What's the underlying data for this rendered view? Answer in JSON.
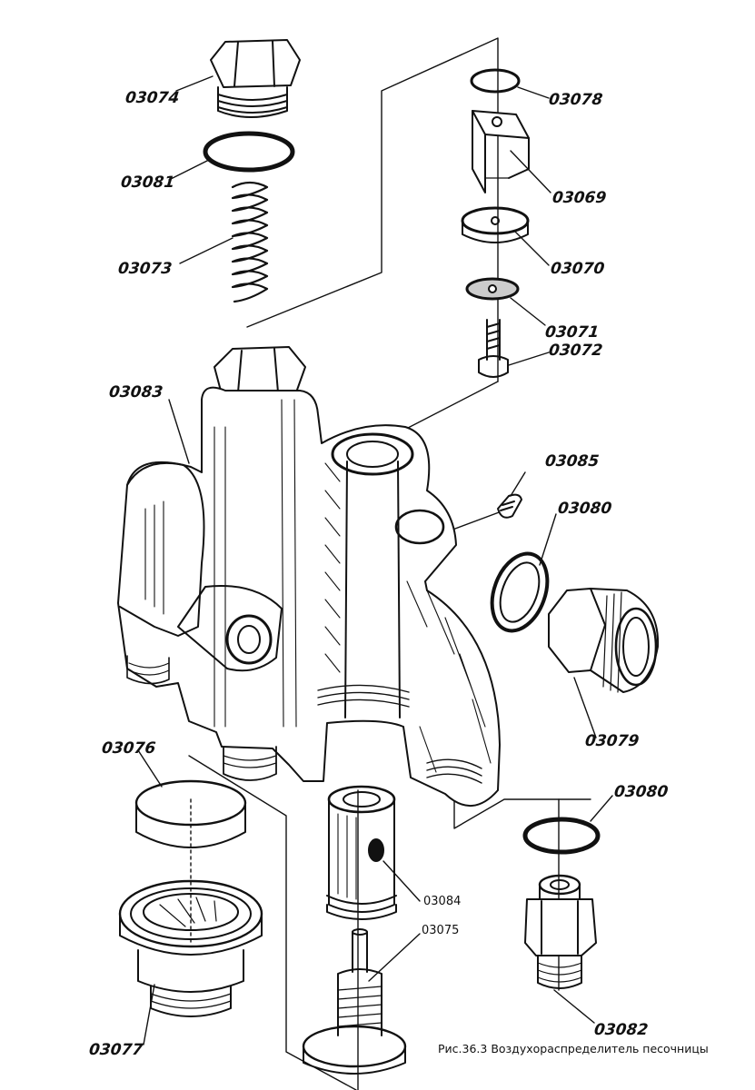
{
  "parts": {
    "p03074": "03074",
    "p03081": "03081",
    "p03073": "03073",
    "p03078": "03078",
    "p03069": "03069",
    "p03070": "03070",
    "p03071": "03071",
    "p03072": "03072",
    "p03083": "03083",
    "p03085": "03085",
    "p03080a": "03080",
    "p03079": "03079",
    "p03076": "03076",
    "p03080b": "03080",
    "p03084": "03084",
    "p03075": "03075",
    "p03082": "03082",
    "p03077": "03077"
  },
  "caption": "Рис.36.3 Воздухораспределитель песочницы"
}
